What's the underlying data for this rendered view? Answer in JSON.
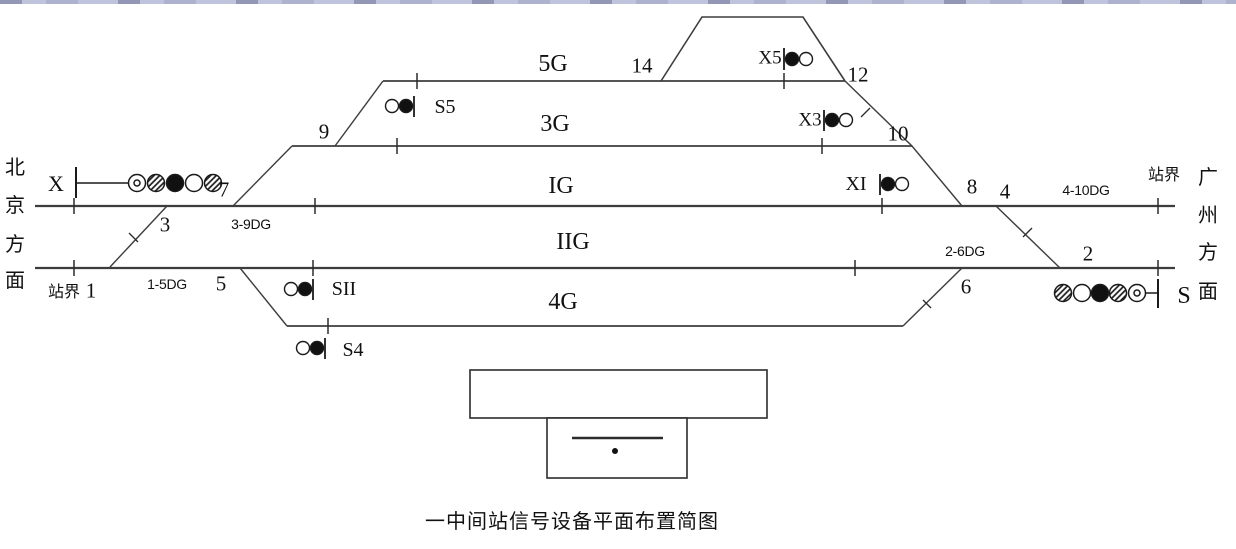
{
  "title_caption": "一中间站信号设备平面布置简图",
  "directions": {
    "left": [
      "北",
      "京",
      "方",
      "面"
    ],
    "right": [
      "广",
      "州",
      "方",
      "面"
    ]
  },
  "boundaries": {
    "left": "站界",
    "right": "站界"
  },
  "tracks": {
    "g5": "5G",
    "g3": "3G",
    "g1": "IG",
    "g2": "IIG",
    "g4": "4G"
  },
  "turnouts": {
    "n1": "1",
    "n2": "2",
    "n3": "3",
    "n4": "4",
    "n5": "5",
    "n6": "6",
    "n7": "7",
    "n8": "8",
    "n9": "9",
    "n10": "10",
    "n12": "12",
    "n14": "14"
  },
  "sections": {
    "s1_5": "1-5DG",
    "s3_9": "3-9DG",
    "s2_6": "2-6DG",
    "s4_10": "4-10DG"
  },
  "signals": {
    "x": {
      "label": "X",
      "heads": [
        "double-ring",
        "hatched",
        "black",
        "white",
        "hatched"
      ]
    },
    "s": {
      "label": "S",
      "heads": [
        "hatched",
        "white",
        "black",
        "hatched",
        "double-ring"
      ]
    },
    "x5": {
      "label": "X5",
      "heads": [
        "black",
        "white"
      ]
    },
    "x3": {
      "label": "X3",
      "heads": [
        "black",
        "white"
      ]
    },
    "xi": {
      "label": "XI",
      "heads": [
        "black",
        "white"
      ]
    },
    "s5": {
      "label": "S5",
      "heads": [
        "white",
        "black"
      ]
    },
    "sii": {
      "label": "SII",
      "heads": [
        "white",
        "black"
      ]
    },
    "s4": {
      "label": "S4",
      "heads": [
        "white",
        "black"
      ]
    }
  },
  "colors": {
    "line": "#3d3d3d",
    "text": "#111111",
    "top_strip": "#bfc3dc"
  }
}
